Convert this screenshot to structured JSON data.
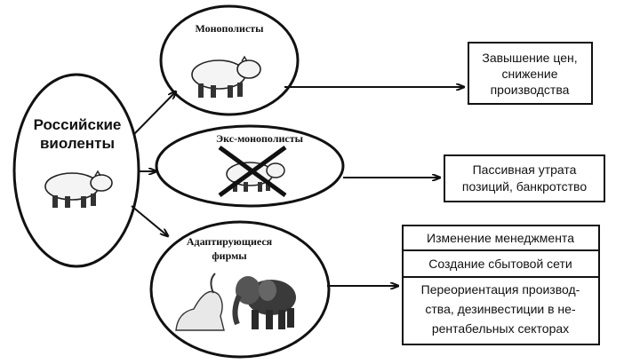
{
  "source": {
    "title_line1": "Российские",
    "title_line2": "виоленты"
  },
  "groups": {
    "monopolists": {
      "label": "Монополисты"
    },
    "ex_monopolists": {
      "label": "Экс-монополисты"
    },
    "adapting": {
      "label_line1": "Адаптирующиеся",
      "label_line2": "фирмы"
    }
  },
  "outcomes": {
    "monopolists": {
      "line1": "Завышение цен,",
      "line2": "снижение",
      "line3": "производства"
    },
    "ex_monopolists": {
      "line1": "Пассивная утрата",
      "line2": "позиций, банкротство"
    },
    "adapting": {
      "row1": "Изменение менеджмента",
      "row2": "Создание сбытовой сети",
      "row3_line1": "Переориентация производ-",
      "row3_line2": "ства, дезинвестиции в не-",
      "row3_line3": "рентабельных секторах"
    }
  },
  "icons": {
    "source": "hippo-icon",
    "monopolists": "hippo-icon",
    "ex_monopolists": "crossed-out-hippo-icon",
    "adapting": "elephant-icon"
  }
}
